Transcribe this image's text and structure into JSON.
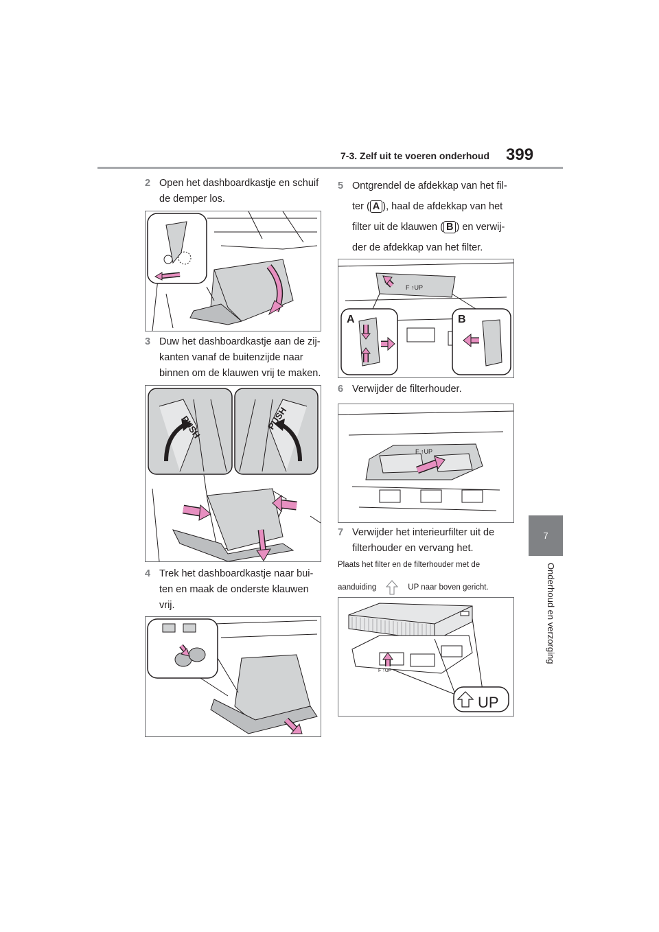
{
  "header": {
    "section_title": "7-3. Zelf uit te voeren onderhoud",
    "page_number": "399"
  },
  "side_tab": {
    "chapter_number": "7",
    "chapter_title": "Onderhoud en verzorging"
  },
  "steps": [
    {
      "number": "2",
      "lines": [
        "Open het dashboardkastje en schuif",
        "de demper los."
      ]
    },
    {
      "number": "3",
      "lines": [
        "Duw het dashboardkastje aan de zij-",
        "kanten vanaf de buitenzijde naar",
        "binnen om de klauwen vrij te maken."
      ]
    },
    {
      "number": "4",
      "lines": [
        "Trek het dashboardkastje naar bui-",
        "ten en maak de onderste klauwen",
        "vrij."
      ]
    },
    {
      "number": "5",
      "line1_prefix": "Ontgrendel de afdekkap van het fil-",
      "line2_pre": "ter (",
      "label_a": "A",
      "line2_post": "), haal de afdekkap van het",
      "line3_pre": "filter uit de klauwen (",
      "label_b": "B",
      "line3_post": ") en verwij-",
      "line4": "der de afdekkap van het filter."
    },
    {
      "number": "6",
      "lines": [
        "Verwijder de filterhouder."
      ]
    },
    {
      "number": "7",
      "lines": [
        "Verwijder het interieurfilter uit de",
        "filterhouder en vervang het."
      ]
    }
  ],
  "note": {
    "line1": "Plaats het filter en de filterhouder met de",
    "line2_pre": "aanduiding",
    "line2_post": "UP naar boven gericht."
  },
  "figures": {
    "fig3_push_left": "PUSH",
    "fig3_push_right": "PUSH",
    "fig5_label_a": "A",
    "fig5_label_b": "B",
    "fig5_filter_mark": "F  ↑UP",
    "fig6_filter_mark": "F  ↑UP",
    "fig7_up_label": "UP",
    "fig7_small_mark": "F ↑UP"
  },
  "colors": {
    "arrow": "#e78fc0",
    "arrow_stroke": "#231f20",
    "part_fill": "#d1d3d4",
    "accent_gray": "#808285"
  }
}
